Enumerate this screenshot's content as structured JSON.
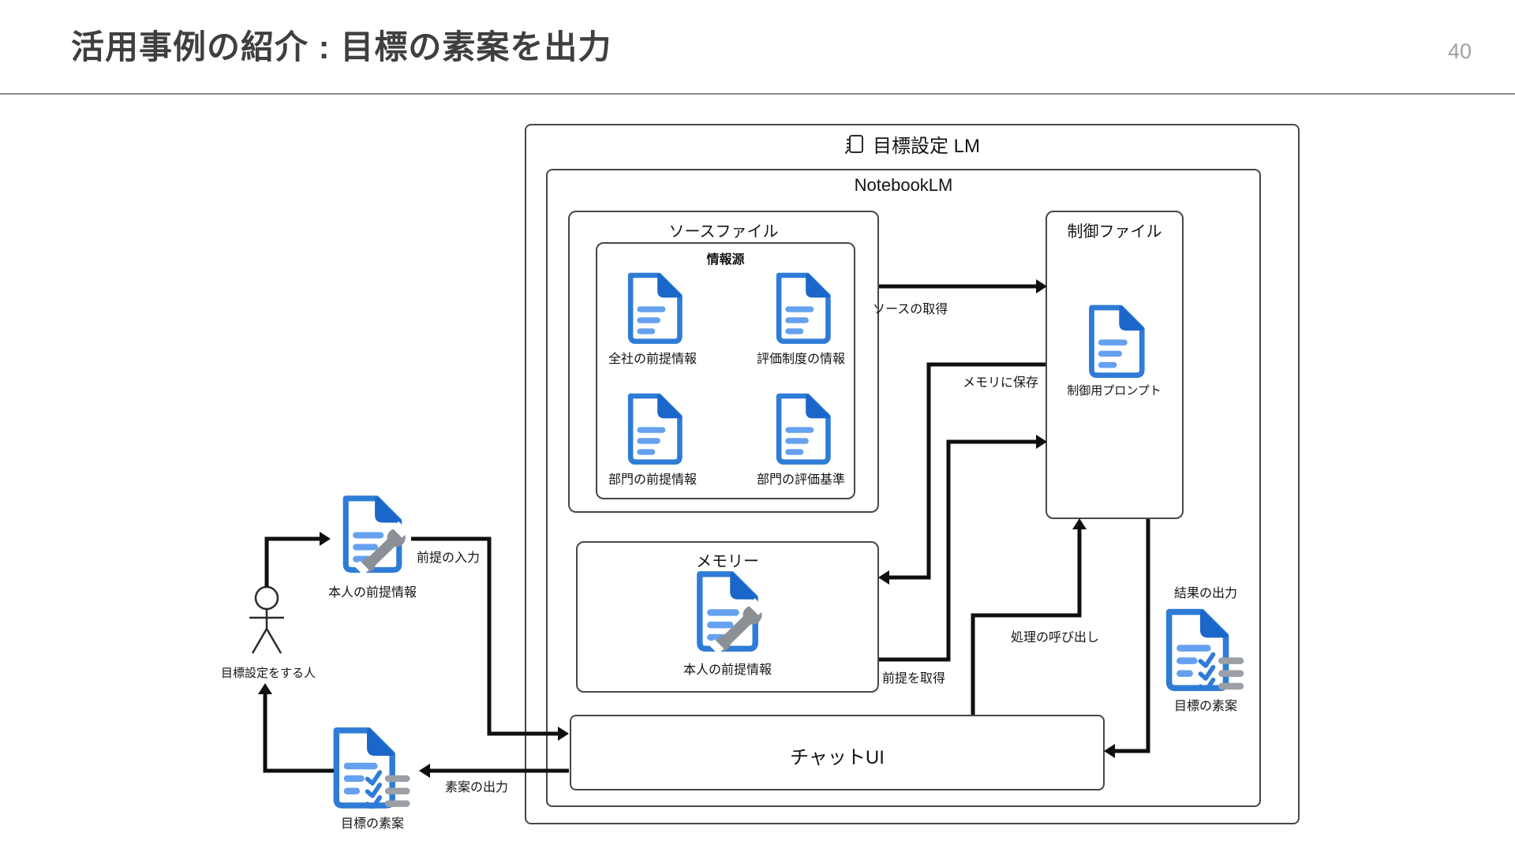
{
  "slide": {
    "title": "活用事例の紹介 : 目標の素案を出力",
    "page_number": "40"
  },
  "diagram": {
    "outer_box": {
      "title": "目標設定 LM"
    },
    "notebooklm_box": {
      "title": "NotebookLM"
    },
    "source_box": {
      "title": "ソースファイル",
      "info_box": {
        "title": "情報源",
        "documents": [
          {
            "label": "全社の前提情報"
          },
          {
            "label": "評価制度の情報"
          },
          {
            "label": "部門の前提情報"
          },
          {
            "label": "部門の評価基準"
          }
        ]
      }
    },
    "control_box": {
      "title": "制御ファイル",
      "document": {
        "label": "制御用プロンプト"
      }
    },
    "memory_box": {
      "title": "メモリー",
      "document": {
        "label": "本人の前提情報"
      }
    },
    "chat_box": {
      "title": "チャットUI"
    },
    "actor": {
      "label": "目標設定をする人"
    },
    "left_documents": [
      {
        "label": "本人の前提情報",
        "variant": "wrench"
      },
      {
        "label": "目標の素案",
        "variant": "checklist"
      }
    ],
    "output": {
      "label": "結果の出力",
      "document": {
        "label": "目標の素案"
      }
    },
    "arrows": {
      "source_fetch": "ソースの取得",
      "memory_save": "メモリに保存",
      "premise_fetch": "前提を取得",
      "process_call": "処理の呼び出し",
      "premise_input": "前提の入力",
      "draft_output": "素案の出力"
    }
  },
  "icons": {
    "notebook-icon": "small spiral notebook glyph",
    "document-icon": "blue page with folded corner and text lines",
    "document-wrench-icon": "blue page with gray wrench overlay",
    "document-checklist-icon": "blue page with checkmarks and gray lines",
    "actor-icon": "stick figure person"
  },
  "colors": {
    "doc_outline": "#2e7cd6",
    "doc_fold": "#1b66c9",
    "doc_lines": "#66a1f0",
    "doc_gray": "#9aa0a6",
    "wrench_gray": "#8a9096",
    "arrow": "#0f0f0f",
    "box_border": "#474747",
    "title_text": "#3d3f40",
    "page_number": "#a0a0a0"
  }
}
